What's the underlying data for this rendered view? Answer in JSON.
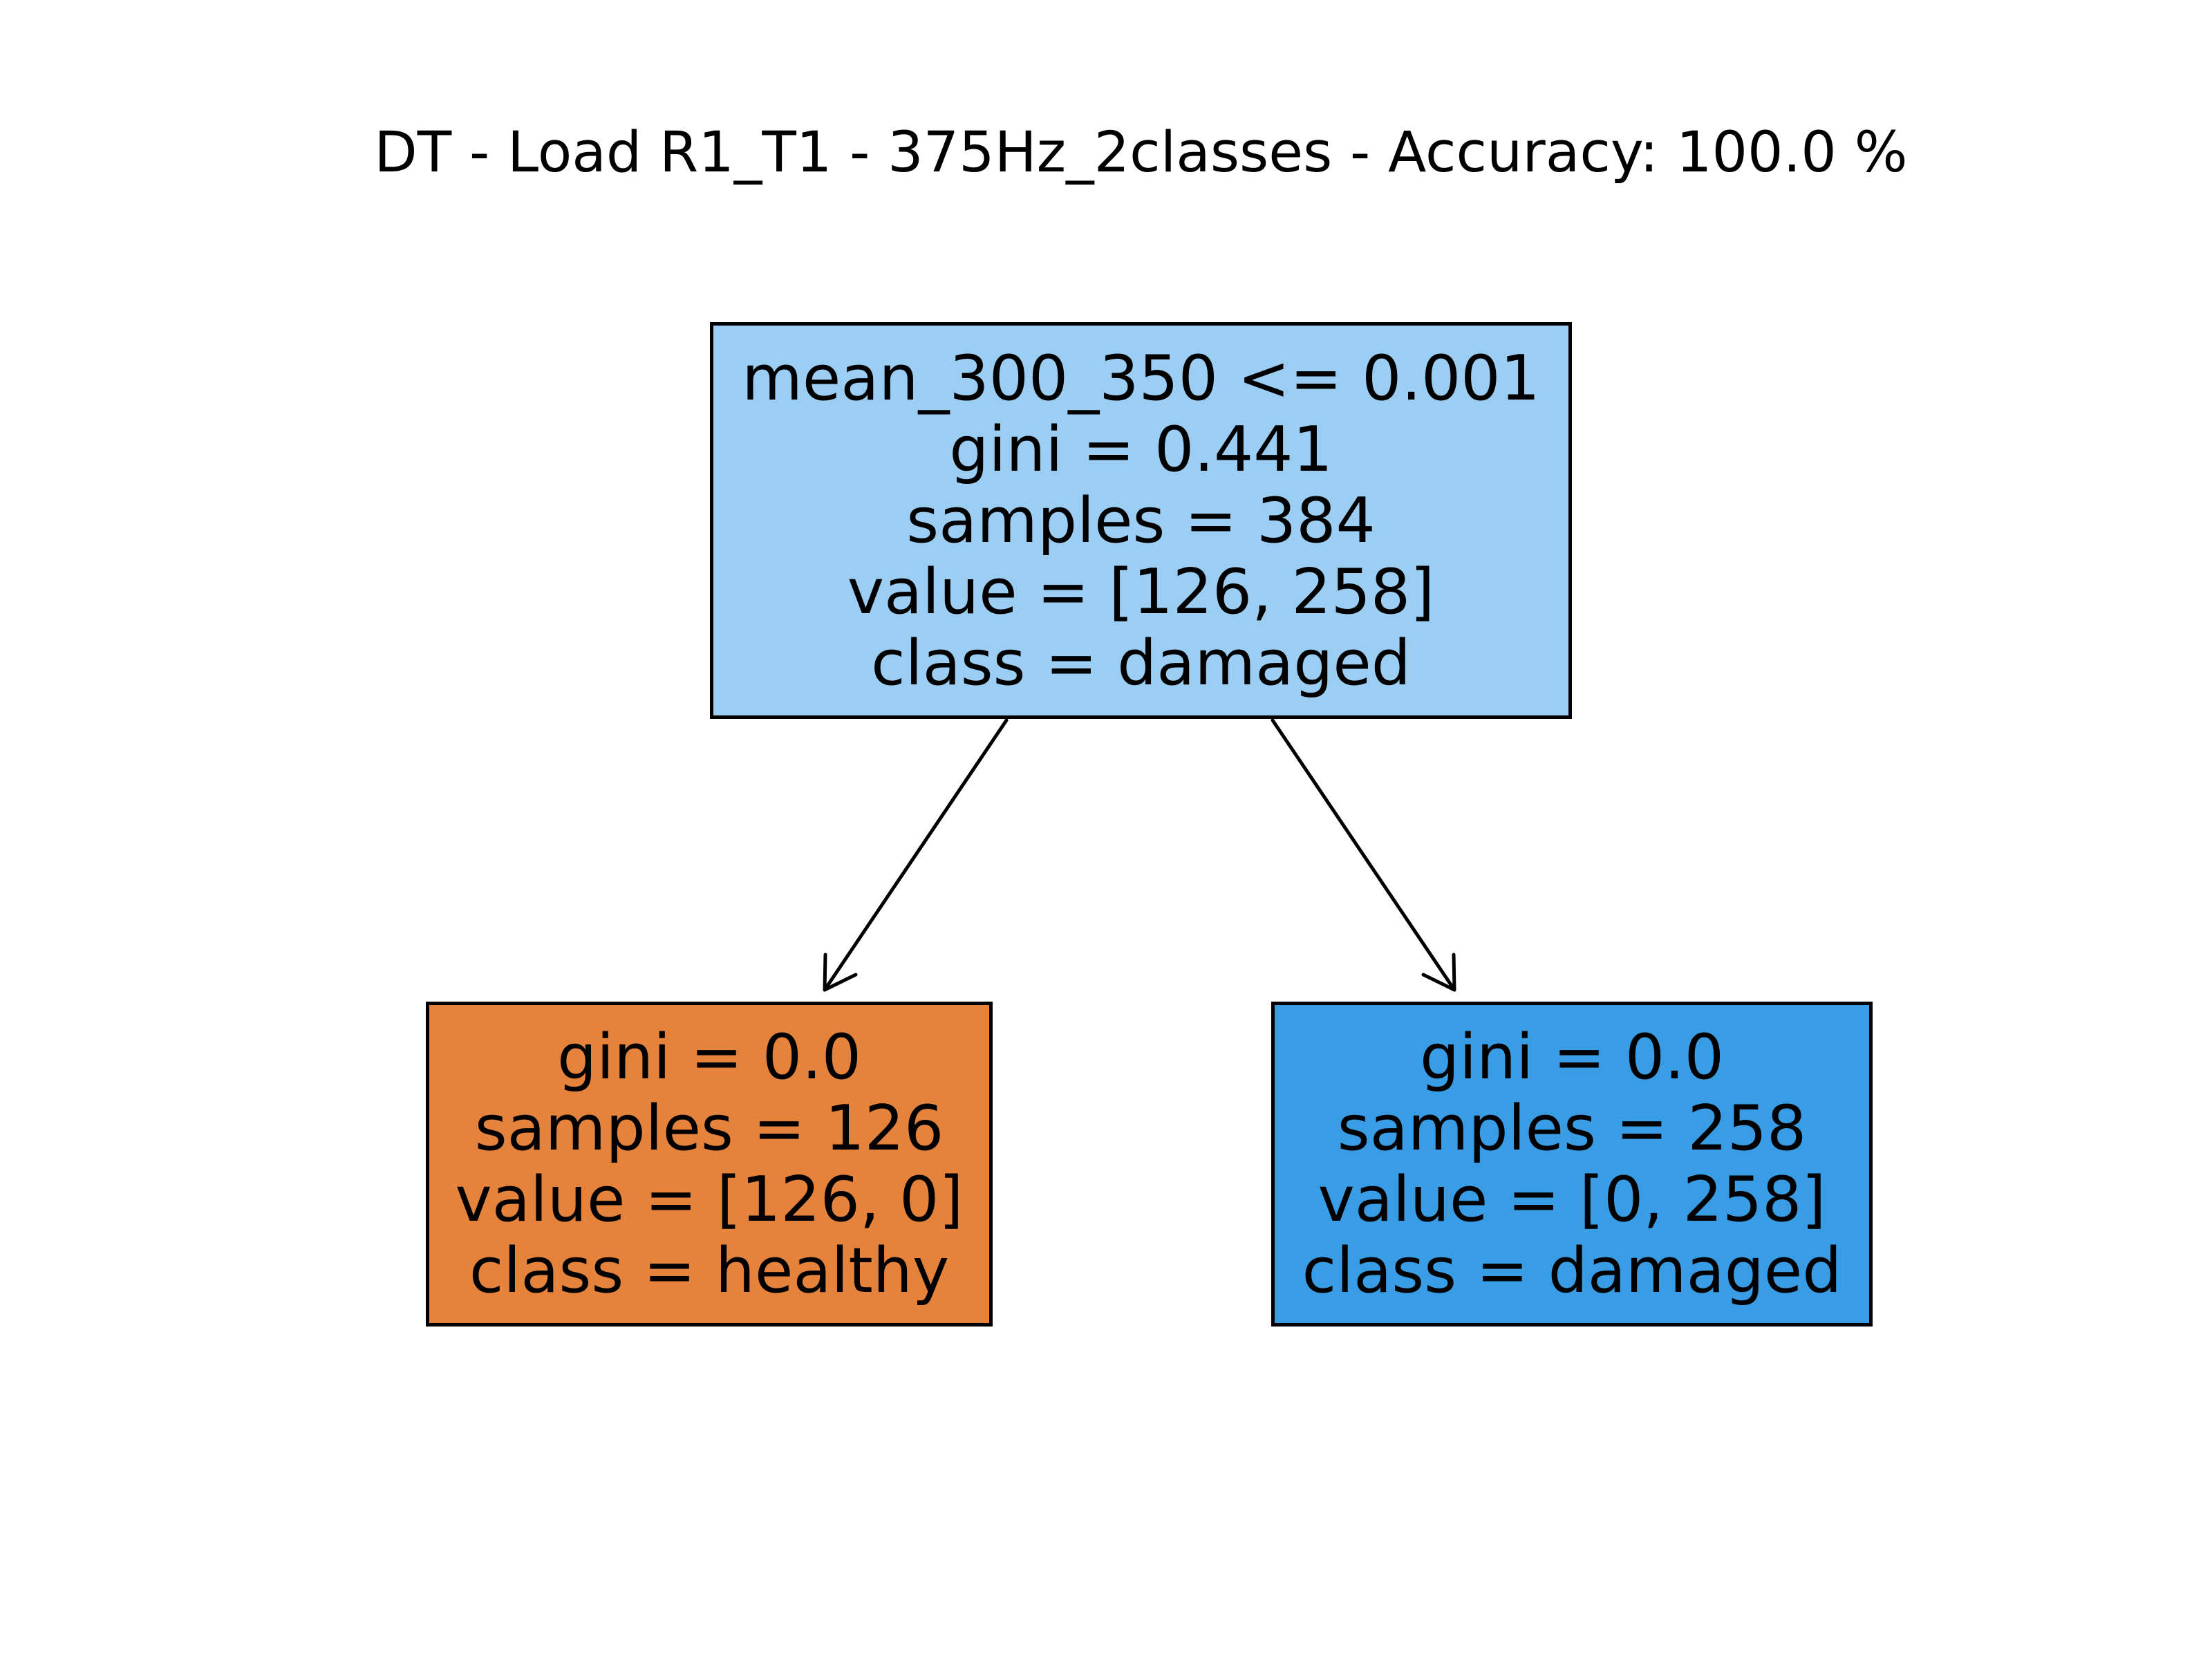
{
  "title": "DT - Load R1_T1 - 375Hz_2classes - Accuracy: 100.0 %",
  "colors": {
    "root_fill": "#9ccdf2",
    "healthy_fill": "#e5823b",
    "damaged_fill": "#399de5",
    "border": "#000000",
    "edge": "#000000"
  },
  "tree": {
    "root": {
      "split": "mean_300_350 <= 0.001",
      "gini": "gini = 0.441",
      "samples": "samples = 384",
      "value": "value = [126, 258]",
      "class": "class = damaged"
    },
    "left": {
      "gini": "gini = 0.0",
      "samples": "samples = 126",
      "value": "value = [126, 0]",
      "class": "class = healthy"
    },
    "right": {
      "gini": "gini = 0.0",
      "samples": "samples = 258",
      "value": "value = [0, 258]",
      "class": "class = damaged"
    }
  }
}
